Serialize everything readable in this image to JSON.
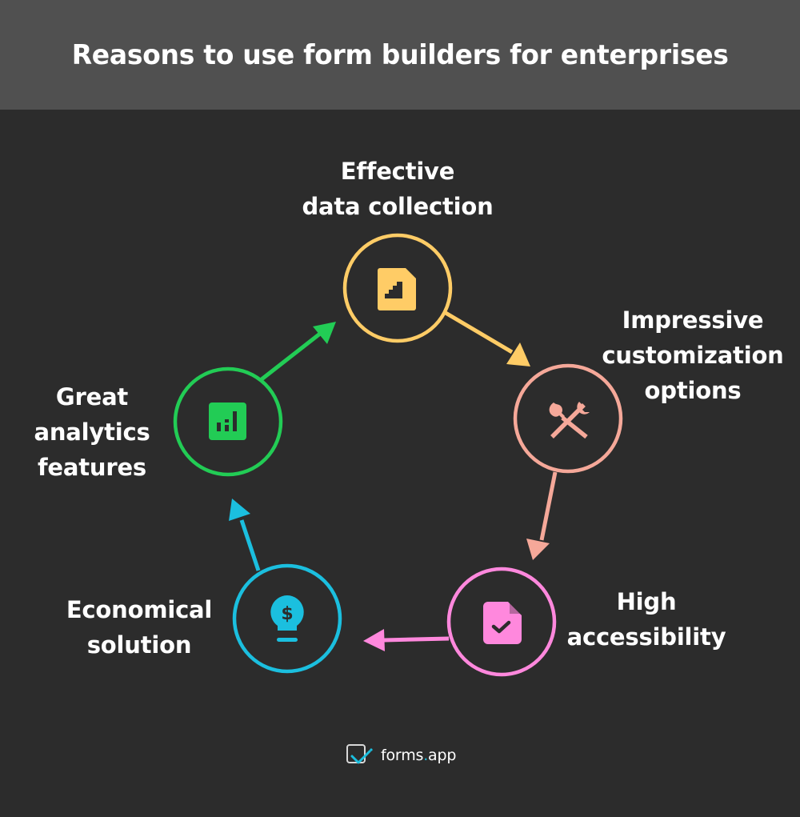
{
  "header": {
    "title": "Reasons to use form builders for enterprises"
  },
  "colors": {
    "header_bg": "#505050",
    "background": "#2c2c2c",
    "yellow": "#ffcc66",
    "salmon": "#f5a899",
    "pink": "#ff88dd",
    "cyan": "#1bbfdf",
    "green": "#22cc55"
  },
  "cycle": {
    "nodes": [
      {
        "id": "data-collection",
        "label_line1": "Effective",
        "label_line2": "data collection",
        "icon": "document-chart-icon",
        "color": "#ffcc66"
      },
      {
        "id": "customization",
        "label_line1": "Impressive",
        "label_line2": "customization",
        "label_line3": "options",
        "icon": "tools-icon",
        "color": "#f5a899"
      },
      {
        "id": "accessibility",
        "label_line1": "High",
        "label_line2": "accessibility",
        "icon": "document-check-icon",
        "color": "#ff88dd"
      },
      {
        "id": "economical",
        "label_line1": "Economical",
        "label_line2": "solution",
        "icon": "lightbulb-dollar-icon",
        "color": "#1bbfdf"
      },
      {
        "id": "analytics",
        "label_line1": "Great",
        "label_line2": "analytics",
        "label_line3": "features",
        "icon": "bar-chart-icon",
        "color": "#22cc55"
      }
    ],
    "flow": [
      "data-collection",
      "customization",
      "accessibility",
      "economical",
      "analytics",
      "data-collection"
    ]
  },
  "footer": {
    "logo_name": "forms",
    "logo_dot": ".",
    "logo_suffix": "app"
  }
}
